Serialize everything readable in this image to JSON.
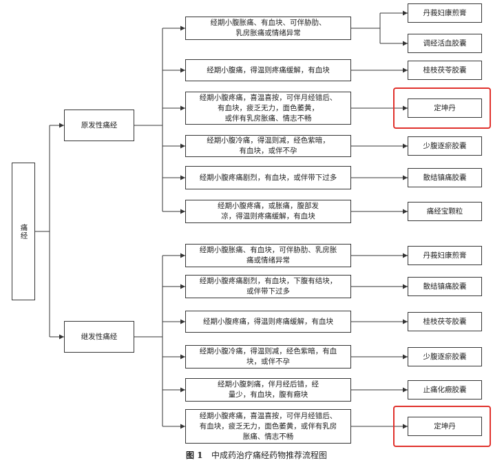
{
  "root": "痛经",
  "groups": [
    {
      "label": "原发性痛经",
      "rows": [
        {
          "symptom": "经期小腹胀痛、有血块、可伴胁肋、\n乳房胀痛或情绪异常",
          "drugs": [
            "丹莪妇康煎膏",
            "调经活血胶囊"
          ],
          "highlight": false
        },
        {
          "symptom": "经期小腹痛，得温则疼痛缓解，有血块",
          "drugs": [
            "桂枝茯苓胶囊"
          ],
          "highlight": false
        },
        {
          "symptom": "经期小腹疼痛，喜温喜按，可伴月经错后、\n有血块，疲乏无力，面色萎黄，\n或伴有乳房胀痛、情志不畅",
          "drugs": [
            "定坤丹"
          ],
          "highlight": true
        },
        {
          "symptom": "经期小腹冷痛，得温则减，经色紫暗，\n有血块，或伴不孕",
          "drugs": [
            "少腹逐瘀胶囊"
          ],
          "highlight": false
        },
        {
          "symptom": "经期小腹疼痛剧烈，有血块，或伴带下过多",
          "drugs": [
            "散结镇痛胶囊"
          ],
          "highlight": false
        },
        {
          "symptom": "经期小腹疼痛，或胀痛，腹部发\n凉，得温则疼痛缓解，有血块",
          "drugs": [
            "痛经宝颗粒"
          ],
          "highlight": false
        }
      ]
    },
    {
      "label": "继发性痛经",
      "rows": [
        {
          "symptom": "经期小腹胀痛、有血块，可伴胁肋、乳房胀\n痛或情绪异常",
          "drugs": [
            "丹莪妇康煎膏"
          ],
          "highlight": false
        },
        {
          "symptom": "经期小腹疼痛剧烈，有血块，下腹有结块，\n或伴带下过多",
          "drugs": [
            "散结镇痛胶囊"
          ],
          "highlight": false
        },
        {
          "symptom": "经期小腹疼痛，得温则疼痛缓解，有血块",
          "drugs": [
            "桂枝茯苓胶囊"
          ],
          "highlight": false
        },
        {
          "symptom": "经期小腹冷痛，得温则减，经色紫暗，有血\n块，或伴不孕",
          "drugs": [
            "少腹逐瘀胶囊"
          ],
          "highlight": false
        },
        {
          "symptom": "经期小腹刺痛，伴月经后错，经\n量少，有血块，腹有癥块",
          "drugs": [
            "止痛化癥胶囊"
          ],
          "highlight": false
        },
        {
          "symptom": "经期小腹疼痛，喜温喜按，可伴月经错后、\n有血块，疲乏无力，面色萎黄，或伴有乳房\n胀痛、情志不畅",
          "drugs": [
            "定坤丹"
          ],
          "highlight": true
        }
      ]
    }
  ],
  "caption": {
    "fig": "图 1",
    "title": "中成药治疗痛经药物推荐流程图"
  },
  "colors": {
    "line": "#333333",
    "highlight": "#e0302b"
  }
}
